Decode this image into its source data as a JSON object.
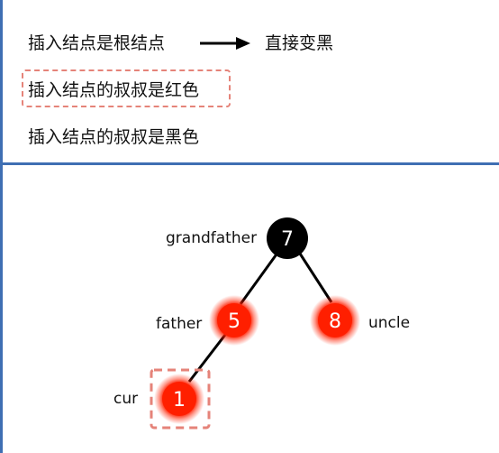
{
  "rules": {
    "rule1_condition": "插入结点是根结点",
    "rule1_result": "直接变黑",
    "rule2": "插入结点的叔叔是红色",
    "rule3": "插入结点的叔叔是黑色"
  },
  "tree": {
    "nodes": [
      {
        "id": "grandfather",
        "value": "7",
        "role_label": "grandfather",
        "color": "#000000"
      },
      {
        "id": "father",
        "value": "5",
        "role_label": "father",
        "color": "#ff1f00"
      },
      {
        "id": "uncle",
        "value": "8",
        "role_label": "uncle",
        "color": "#ff1f00"
      },
      {
        "id": "cur",
        "value": "1",
        "role_label": "cur",
        "color": "#ff1f00"
      }
    ]
  },
  "colors": {
    "border": "#3f6fb3",
    "highlight": "#e58379",
    "red_node": "#ff1f00",
    "black_node": "#000000"
  }
}
